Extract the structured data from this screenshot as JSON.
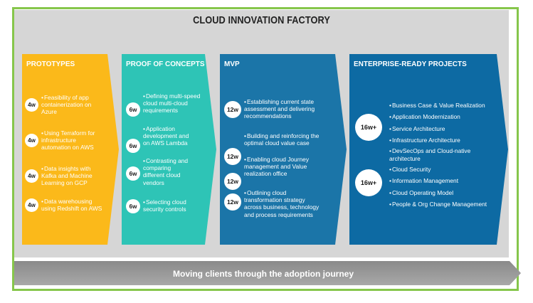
{
  "title": "CLOUD INNOVATION FACTORY",
  "colors": {
    "prototypes": "#fbb91a",
    "poc": "#2ec4b6",
    "mvp": "#1b75a8",
    "enterprise": "#0d6aa3",
    "border": "#86c64b",
    "panel": "#d6d6d6"
  },
  "stages": [
    {
      "heading": "PROTOTYPES",
      "items": [
        {
          "badge": "4w",
          "text": "Feasibility of app\ncontainerization on\nAzure"
        },
        {
          "badge": "4w",
          "text": "Using Terraform for\ninfrastructure\nautomation on AWS"
        },
        {
          "badge": "4w",
          "text": "Data insights with\nKafka and Machine\nLearning on GCP"
        },
        {
          "badge": "4w",
          "text": "Data warehousing\nusing Redshift on AWS"
        }
      ]
    },
    {
      "heading": "PROOF OF CONCEPTS",
      "items": [
        {
          "badge": "6w",
          "text": "Defining multi-speed\ncloud multi-cloud\nrequirements"
        },
        {
          "badge": "6w",
          "text": "Application\ndevelopment and\non AWS Lambda"
        },
        {
          "badge": "6w",
          "text": "Contrasting and\ncomparing\ndifferent cloud\nvendors"
        },
        {
          "badge": "6w",
          "text": "Selecting cloud\nsecurity controls"
        }
      ]
    },
    {
      "heading": "MVP",
      "items": [
        {
          "badge": "12w",
          "text": "Establishing current state\nassessment and delivering\nrecommendations"
        },
        {
          "badge": "12w",
          "text": "Building and reinforcing the\noptimal cloud value case"
        },
        {
          "badge": "12w",
          "text": "Enabling cloud Journey\nmanagement and Value\nrealization office"
        },
        {
          "badge": "12w",
          "text": "Outlining cloud\ntransformation strategy\nacross business, technology\nand process requirements"
        }
      ]
    },
    {
      "heading": "ENTERPRISE-READY PROJECTS",
      "badges": [
        "16w+",
        "16w+"
      ],
      "items": [
        "Business Case & Value Realization",
        "Application Modernization",
        "Service Architecture",
        "Infrastructure Architecture",
        "DevSecOps and Cloud-native\narchitecture",
        "Cloud Security",
        "Information Management",
        "Cloud Operating Model",
        "People & Org Change Management"
      ]
    }
  ],
  "footer": "Moving clients through the adoption journey"
}
